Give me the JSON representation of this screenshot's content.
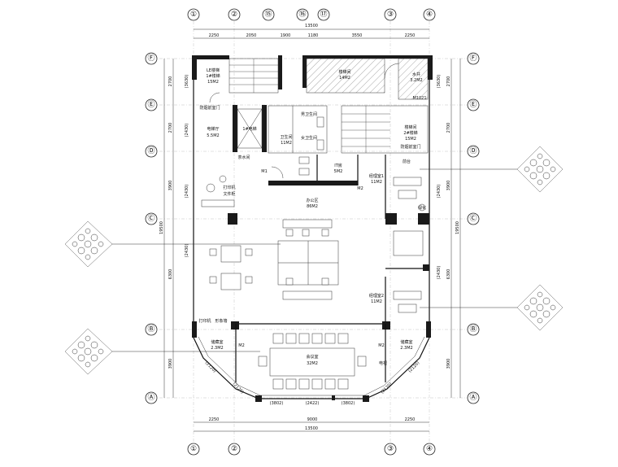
{
  "axes": {
    "top": [
      "①",
      "②",
      "⑮",
      "⑯",
      "⑰",
      "③",
      "④"
    ],
    "bottom": [
      "①",
      "②",
      "③",
      "④"
    ],
    "left": [
      "Ⓕ",
      "Ⓔ",
      "Ⓓ",
      "Ⓒ",
      "Ⓑ",
      "Ⓐ"
    ],
    "right": [
      "Ⓕ",
      "Ⓔ",
      "Ⓓ",
      "Ⓒ",
      "Ⓑ",
      "Ⓐ"
    ]
  },
  "dimensions": {
    "top_total": "13500",
    "top_segments": [
      "2250",
      "2050",
      "1900",
      "1180",
      "3550",
      "2250"
    ],
    "bottom_total": "13500",
    "bottom_mid": "9000",
    "bottom_segments": [
      "2250",
      "9000",
      "2250"
    ],
    "left_segments": [
      "2700",
      "2700",
      "3900",
      "6300",
      "3900"
    ],
    "left_total": "19500",
    "right_segments": [
      "2700",
      "2700",
      "3900",
      "6300",
      "3900"
    ],
    "right_total": "19500",
    "inner_left": [
      "(3630)",
      "(2430)",
      "(2430)",
      "(2430)"
    ],
    "inner_right": [
      "(3630)",
      "(2430)",
      "(2430)"
    ],
    "bottom_arc": [
      "(3802)",
      "(2422)",
      "(3802)"
    ],
    "diag": [
      "(2120)",
      "(2120)",
      "(2120)",
      "(2120)"
    ]
  },
  "rooms": {
    "stair1": {
      "name": "LE楼梯",
      "sub": "1#楼梯",
      "area": "15M2"
    },
    "stair2": {
      "name": "楼梯间",
      "area": "14M2"
    },
    "wc_lift": {
      "name": "水井",
      "area": "3.2M2"
    },
    "door_code": "M1021",
    "lift_hall": {
      "name": "电梯厅",
      "area": "5.5M2"
    },
    "lift1": {
      "name": "1#电梯"
    },
    "fire_door1": "防烟前室门",
    "fire_door2": "防烟前室门",
    "men_wc": "男卫生间",
    "women_wc": "女卫生间",
    "wc": {
      "name": "卫生间",
      "area": "11M2"
    },
    "stair2b": {
      "name": "2#楼梯",
      "sub": "楼梯间",
      "area": "15M2"
    },
    "front_desk": "前台",
    "it_room": {
      "name": "IT房",
      "area": "5M2"
    },
    "m1": "M1",
    "m2a": "M2",
    "m2b": "M2",
    "m2c": "M2",
    "tea": "茶水间",
    "gm1": {
      "name": "经理室1",
      "area": "11M2"
    },
    "gm2": {
      "name": "经理室2",
      "area": "11M2"
    },
    "plant": "绿化",
    "office": {
      "name": "办公区",
      "area": "86M2"
    },
    "storage_l": {
      "name": "储藏室",
      "area": "2.3M2"
    },
    "storage_r": {
      "name": "储藏室",
      "area": "2.3M2"
    },
    "meeting": {
      "name": "会议室",
      "area": "32M2"
    },
    "printer": "打印机",
    "cabinet": "文件柜",
    "logo_wall": "形象墙",
    "tv": "电视"
  }
}
